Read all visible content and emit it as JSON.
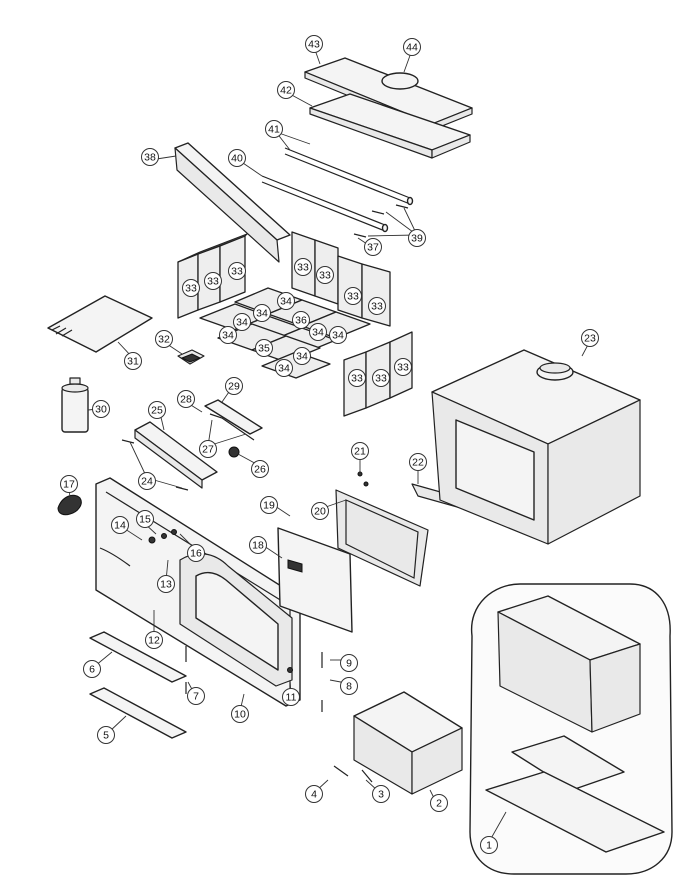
{
  "callout_labels": [
    "1",
    "2",
    "3",
    "4",
    "5",
    "6",
    "7",
    "8",
    "9",
    "10",
    "11",
    "12",
    "13",
    "14",
    "15",
    "16",
    "17",
    "18",
    "19",
    "20",
    "21",
    "22",
    "23",
    "24",
    "25",
    "26",
    "27",
    "28",
    "29",
    "30",
    "31",
    "32",
    "33",
    "34",
    "35",
    "36",
    "37",
    "38",
    "39",
    "40",
    "41",
    "42",
    "43",
    "44"
  ],
  "colors": {
    "line": "#222222",
    "fill": "#f4f4f4",
    "background": "#ffffff"
  }
}
